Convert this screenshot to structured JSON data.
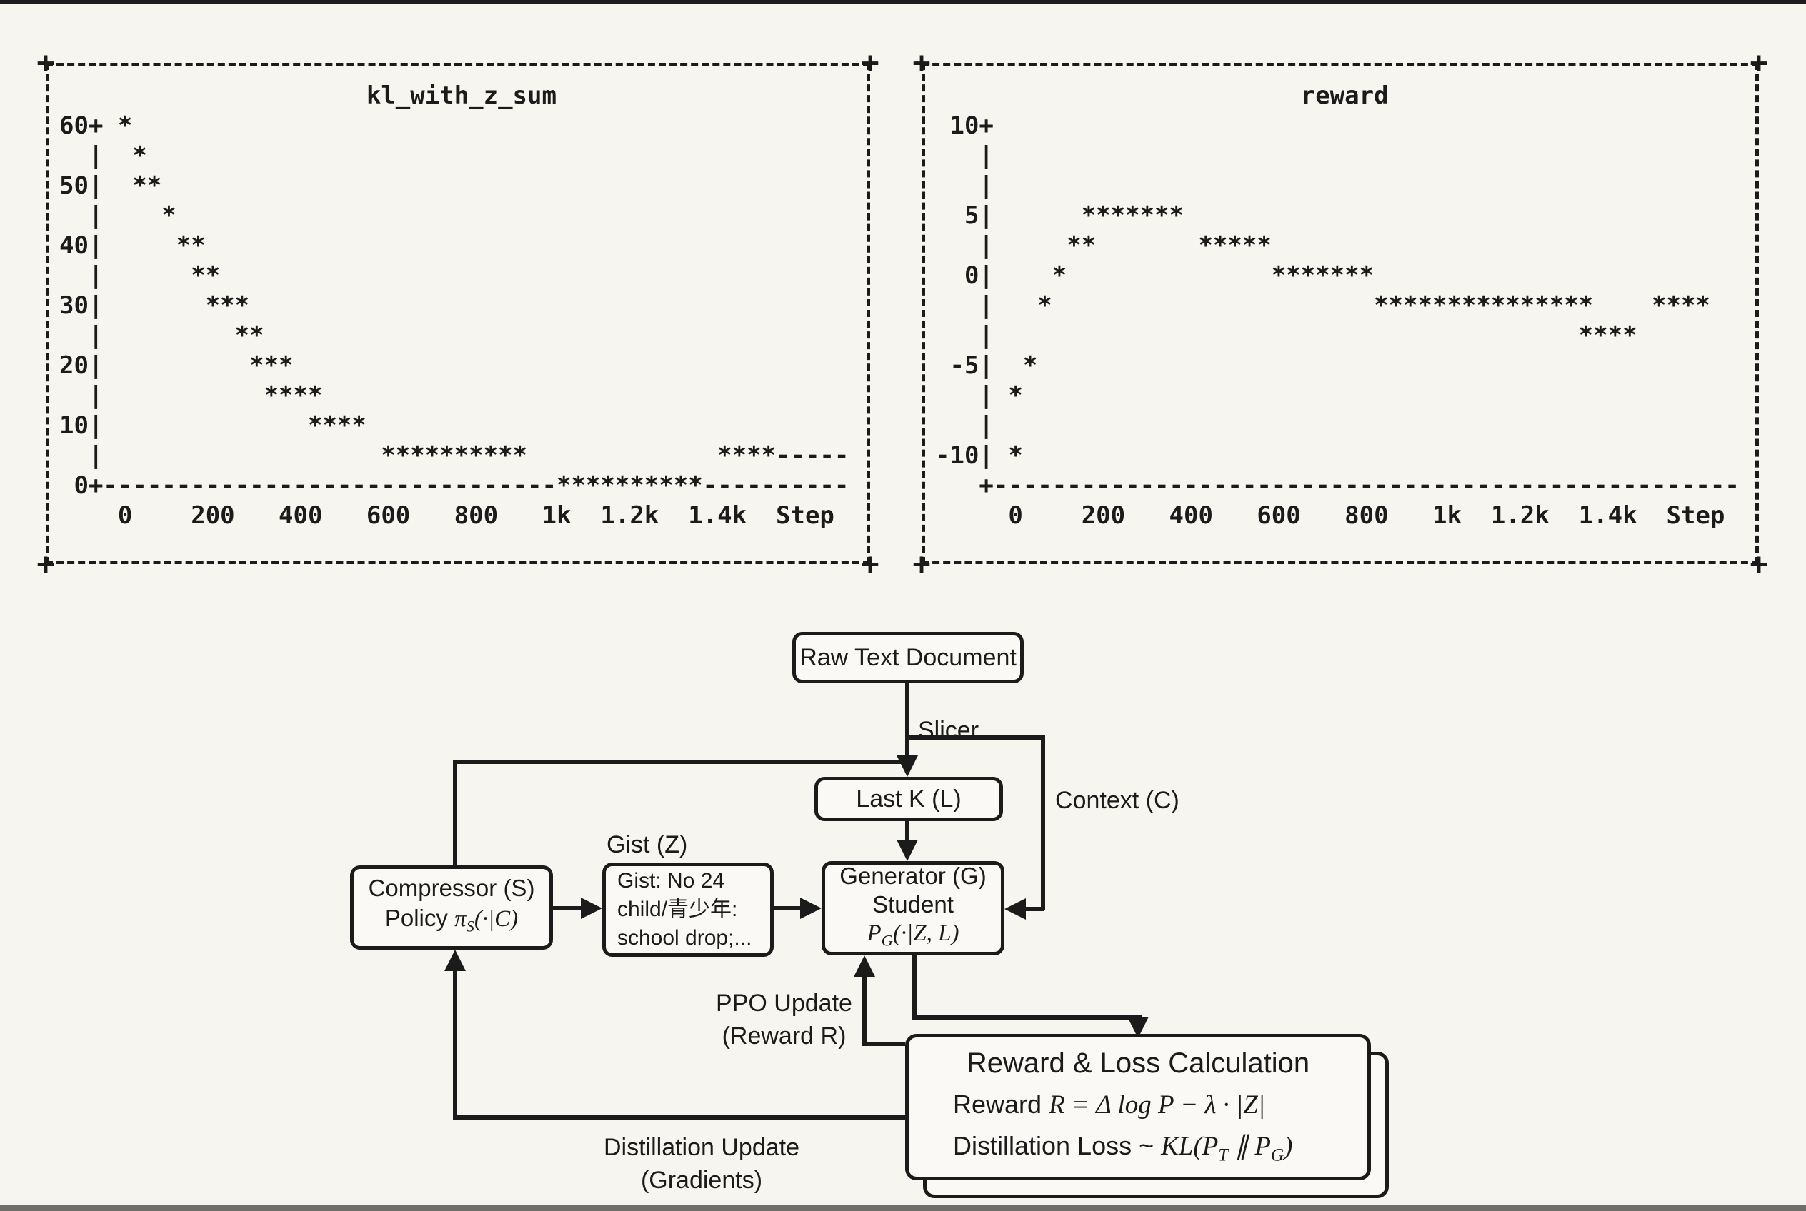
{
  "page": {
    "background": "#f7f5ef",
    "ink": "#1b1b1b"
  },
  "glyphs": {
    "corner": "+",
    "marker": "*"
  },
  "plots": {
    "left": {
      "title": "kl_with_z_sum",
      "rows": [
        "                     kl_with_z_sum",
        "60+ *",
        "  |  *",
        "50|  **",
        "  |    *",
        "40|     **",
        "  |      **",
        "30|       ***",
        "  |         **",
        "20|          ***",
        "  |           ****",
        "10|              ****",
        "  |                   **********             ****-----",
        " 0+-------------------------------**********----------",
        "    0    200   400   600   800   1k  1.2k  1.4k  Step"
      ]
    },
    "right": {
      "title": "reward",
      "rows": [
        "                         reward",
        " 10+",
        "   |",
        "   |",
        "  5|      *******",
        "   |     **       *****",
        "  0|    *              *******",
        "   |   *                      ***************    ****",
        "   |                                        ****",
        " -5|  *",
        "   | *",
        "   |",
        "-10| *",
        "   +---------------------------------------------------",
        "     0    200   400   600   800   1k  1.2k  1.4k  Step"
      ]
    }
  },
  "chart_data": [
    {
      "type": "scatter",
      "title": "kl_with_z_sum",
      "xlabel": "Step",
      "ylabel": "",
      "marker": "*",
      "xlim": [
        0,
        1500
      ],
      "ylim": [
        0,
        60
      ],
      "x_ticks": [
        "0",
        "200",
        "400",
        "600",
        "800",
        "1k",
        "1.2k",
        "1.4k"
      ],
      "y_ticks": [
        0,
        10,
        20,
        30,
        40,
        50,
        60
      ],
      "grid": false,
      "points": [
        [
          10,
          60
        ],
        [
          35,
          55
        ],
        [
          35,
          50
        ],
        [
          70,
          50
        ],
        [
          100,
          45
        ],
        [
          135,
          40
        ],
        [
          170,
          40
        ],
        [
          170,
          35
        ],
        [
          200,
          35
        ],
        [
          200,
          30
        ],
        [
          235,
          30
        ],
        [
          270,
          30
        ],
        [
          270,
          25
        ],
        [
          300,
          25
        ],
        [
          300,
          20
        ],
        [
          335,
          20
        ],
        [
          370,
          20
        ],
        [
          335,
          15
        ],
        [
          370,
          15
        ],
        [
          400,
          15
        ],
        [
          435,
          15
        ],
        [
          435,
          10
        ],
        [
          470,
          10
        ],
        [
          500,
          10
        ],
        [
          535,
          10
        ],
        [
          600,
          5
        ],
        [
          635,
          5
        ],
        [
          670,
          5
        ],
        [
          700,
          5
        ],
        [
          735,
          5
        ],
        [
          770,
          5
        ],
        [
          800,
          5
        ],
        [
          835,
          5
        ],
        [
          870,
          5
        ],
        [
          900,
          5
        ],
        [
          1000,
          0
        ],
        [
          1035,
          0
        ],
        [
          1070,
          0
        ],
        [
          1100,
          0
        ],
        [
          1135,
          0
        ],
        [
          1170,
          0
        ],
        [
          1200,
          0
        ],
        [
          1235,
          0
        ],
        [
          1270,
          0
        ],
        [
          1300,
          0
        ],
        [
          1370,
          5
        ],
        [
          1400,
          5
        ],
        [
          1435,
          5
        ],
        [
          1470,
          5
        ]
      ]
    },
    {
      "type": "scatter",
      "title": "reward",
      "xlabel": "Step",
      "ylabel": "",
      "marker": "*",
      "xlim": [
        0,
        1500
      ],
      "ylim": [
        -11,
        11
      ],
      "x_ticks": [
        "0",
        "200",
        "400",
        "600",
        "800",
        "1k",
        "1.2k",
        "1.4k"
      ],
      "y_ticks": [
        -10,
        -5,
        0,
        5,
        10
      ],
      "grid": false,
      "points": [
        [
          0,
          -10
        ],
        [
          0,
          -6.5
        ],
        [
          35,
          -5
        ],
        [
          65,
          -1.5
        ],
        [
          100,
          0
        ],
        [
          130,
          2.5
        ],
        [
          165,
          2.5
        ],
        [
          165,
          5
        ],
        [
          200,
          5
        ],
        [
          230,
          5
        ],
        [
          265,
          5
        ],
        [
          300,
          5
        ],
        [
          330,
          5
        ],
        [
          365,
          5
        ],
        [
          430,
          2.5
        ],
        [
          465,
          2.5
        ],
        [
          495,
          2.5
        ],
        [
          530,
          2.5
        ],
        [
          565,
          2.5
        ],
        [
          595,
          0
        ],
        [
          630,
          0
        ],
        [
          660,
          0
        ],
        [
          695,
          0
        ],
        [
          730,
          0
        ],
        [
          760,
          0
        ],
        [
          795,
          0
        ],
        [
          825,
          -1.5
        ],
        [
          860,
          -1.5
        ],
        [
          890,
          -1.5
        ],
        [
          925,
          -1.5
        ],
        [
          960,
          -1.5
        ],
        [
          990,
          -1.5
        ],
        [
          1025,
          -1.5
        ],
        [
          1060,
          -1.5
        ],
        [
          1090,
          -1.5
        ],
        [
          1125,
          -1.5
        ],
        [
          1160,
          -1.5
        ],
        [
          1190,
          -1.5
        ],
        [
          1225,
          -1.5
        ],
        [
          1260,
          -1.5
        ],
        [
          1290,
          -1.5
        ],
        [
          1290,
          -3
        ],
        [
          1325,
          -3
        ],
        [
          1355,
          -3
        ],
        [
          1390,
          -3
        ],
        [
          1455,
          -1.5
        ],
        [
          1490,
          -1.5
        ],
        [
          1520,
          -1.5
        ],
        [
          1555,
          -1.5
        ]
      ]
    }
  ],
  "diagram": {
    "raw_doc": {
      "label": "Raw Text Document"
    },
    "slicer": {
      "label": "Slicer"
    },
    "last_k": {
      "label": "Last K (L)"
    },
    "context": {
      "label": "Context (C)"
    },
    "gist_caption": {
      "label": "Gist (Z)"
    },
    "compressor": {
      "line1": "Compressor (S)",
      "line2_word": "Policy ",
      "line2_var": "π",
      "line2_sub": "S",
      "line2_post": "(·|C)"
    },
    "gist": {
      "line1": "Gist: No 24",
      "line2": "child/青少年:",
      "line3": "school drop;..."
    },
    "generator": {
      "line1": "Generator (G)",
      "line2": "Student",
      "math_pre": "P",
      "math_sub": "G",
      "math_post": "(·|Z, L)"
    },
    "ppo": {
      "line1": "PPO Update",
      "line2": "(Reward R)"
    },
    "distill": {
      "line1": "Distillation Update",
      "line2": "(Gradients)"
    },
    "reward_box": {
      "title": "Reward & Loss Calculation",
      "f1_word": "Reward ",
      "f1_math": "R = Δ log P − λ · |Z|",
      "f2_word": "Distillation Loss ~ ",
      "f2_math_pre": "KL(P",
      "f2_sub1": "T",
      "f2_mid": " ∥ P",
      "f2_sub2": "G",
      "f2_end": ")"
    }
  }
}
